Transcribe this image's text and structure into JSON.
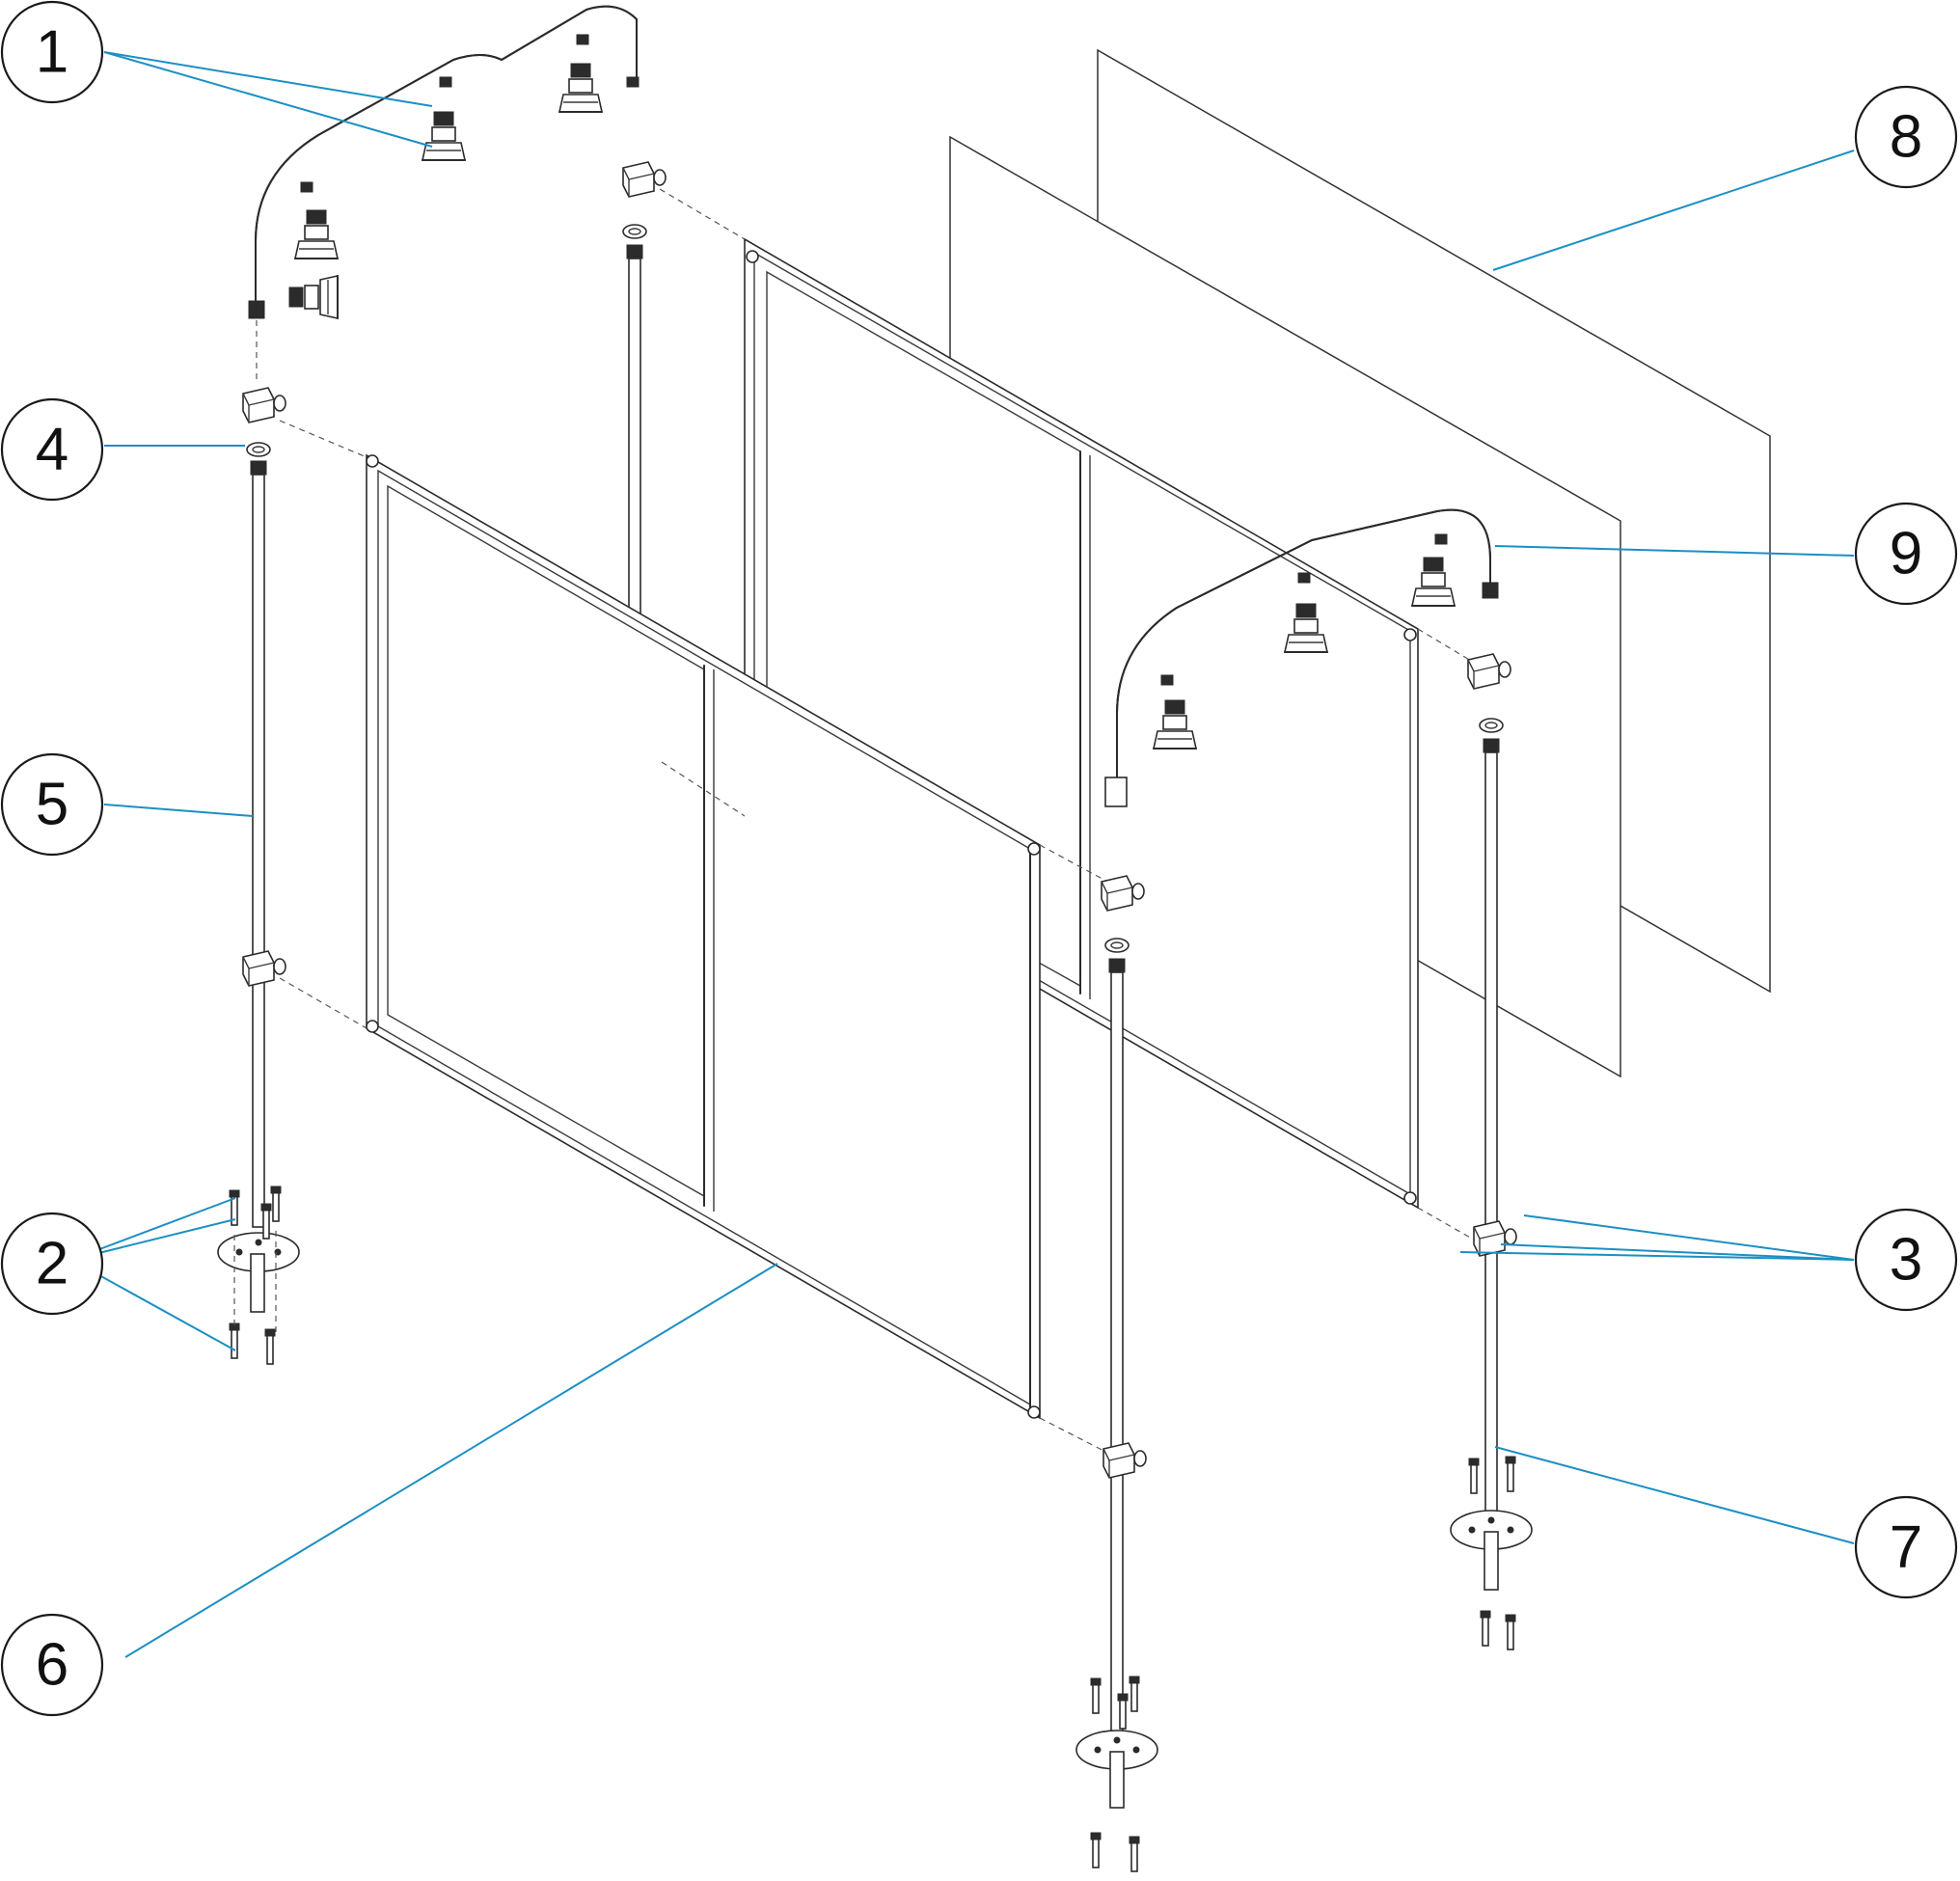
{
  "callouts": [
    {
      "id": "1",
      "label": "1"
    },
    {
      "id": "2",
      "label": "2"
    },
    {
      "id": "3",
      "label": "3"
    },
    {
      "id": "4",
      "label": "4"
    },
    {
      "id": "5",
      "label": "5"
    },
    {
      "id": "6",
      "label": "6"
    },
    {
      "id": "7",
      "label": "7"
    },
    {
      "id": "8",
      "label": "8"
    },
    {
      "id": "9",
      "label": "9"
    }
  ],
  "colors": {
    "leader": "#1c8fc4",
    "line": "#2b2b2b",
    "background": "#ffffff"
  }
}
